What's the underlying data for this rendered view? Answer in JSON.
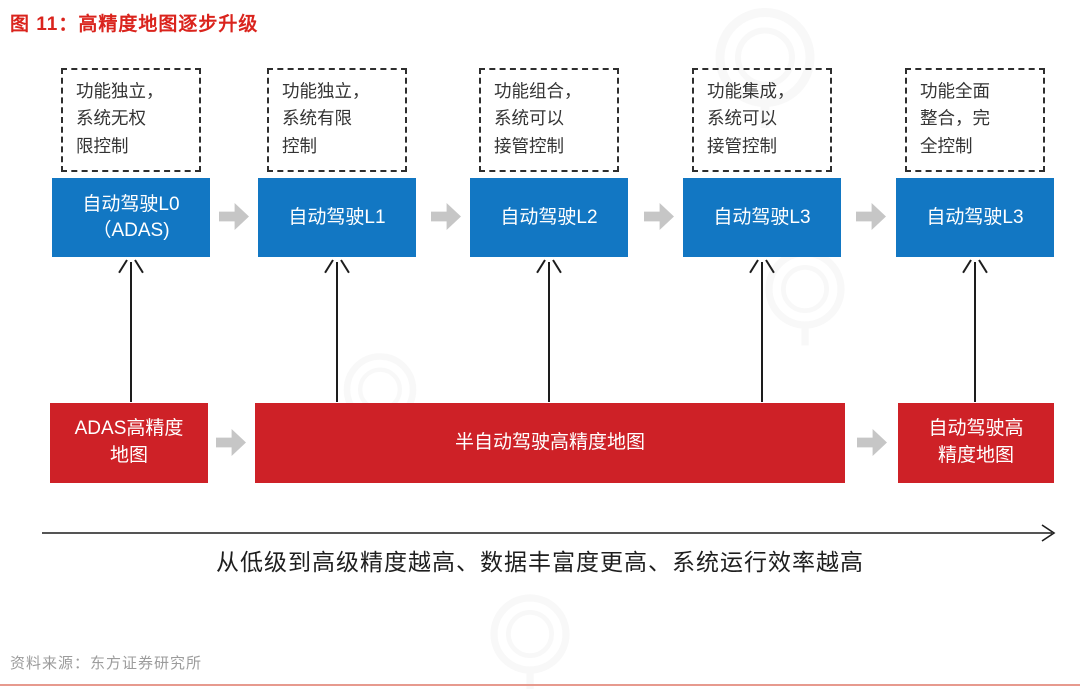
{
  "title": "图 11：高精度地图逐步升级",
  "colors": {
    "title_red": "#da241d",
    "map_red": "#ce2127",
    "level_blue": "#1277c3",
    "block_arrow_gray": "#c6c6c6",
    "connector_black": "#1d1d1d",
    "source_gray": "#9c9c9c",
    "bottom_rule_salmon": "#e79a8e"
  },
  "columns": [
    {
      "note": "功能独立，\n系统无权\n限控制",
      "level": "自动驾驶L0\n（ADAS)"
    },
    {
      "note": "功能独立，\n系统有限\n控制",
      "level": "自动驾驶L1"
    },
    {
      "note": "功能组合，\n系统可以\n接管控制",
      "level": "自动驾驶L2"
    },
    {
      "note": "功能集成，\n系统可以\n接管控制",
      "level": "自动驾驶L3"
    },
    {
      "note": "功能全面\n整合，完\n全控制",
      "level": "自动驾驶L3"
    }
  ],
  "maps": [
    {
      "label": "ADAS高精度\n地图"
    },
    {
      "label": "半自动驾驶高精度地图"
    },
    {
      "label": "自动驾驶高\n精度地图"
    }
  ],
  "axis_caption": "从低级到高级精度越高、数据丰富度更高、系统运行效率越高",
  "source": "资料来源：东方证券研究所"
}
